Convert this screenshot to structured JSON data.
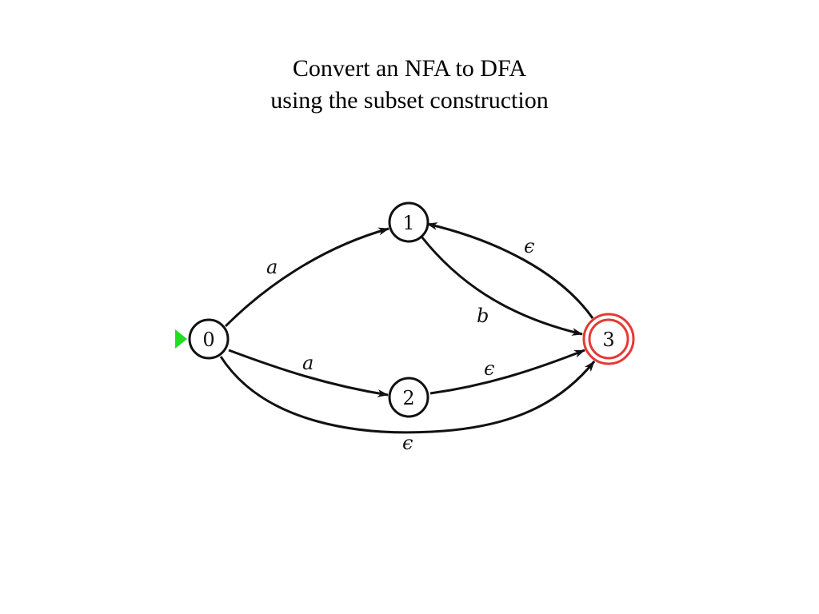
{
  "slide": {
    "title_line1": "Convert an NFA to DFA",
    "title_line2": "using the subset construction"
  },
  "automaton": {
    "states": [
      {
        "id": "0",
        "label": "0",
        "start": true,
        "accepting": false
      },
      {
        "id": "1",
        "label": "1",
        "start": false,
        "accepting": false
      },
      {
        "id": "2",
        "label": "2",
        "start": false,
        "accepting": false
      },
      {
        "id": "3",
        "label": "3",
        "start": false,
        "accepting": true
      }
    ],
    "transitions": [
      {
        "from": "0",
        "to": "1",
        "label": "a"
      },
      {
        "from": "0",
        "to": "2",
        "label": "a"
      },
      {
        "from": "1",
        "to": "3",
        "label": "b"
      },
      {
        "from": "3",
        "to": "1",
        "label": "ϵ"
      },
      {
        "from": "2",
        "to": "3",
        "label": "ϵ"
      },
      {
        "from": "0",
        "to": "3",
        "label": "ϵ"
      }
    ]
  },
  "colors": {
    "stroke": "#111111",
    "accepting_state": "#e53935",
    "start_marker": "#22dd22"
  }
}
